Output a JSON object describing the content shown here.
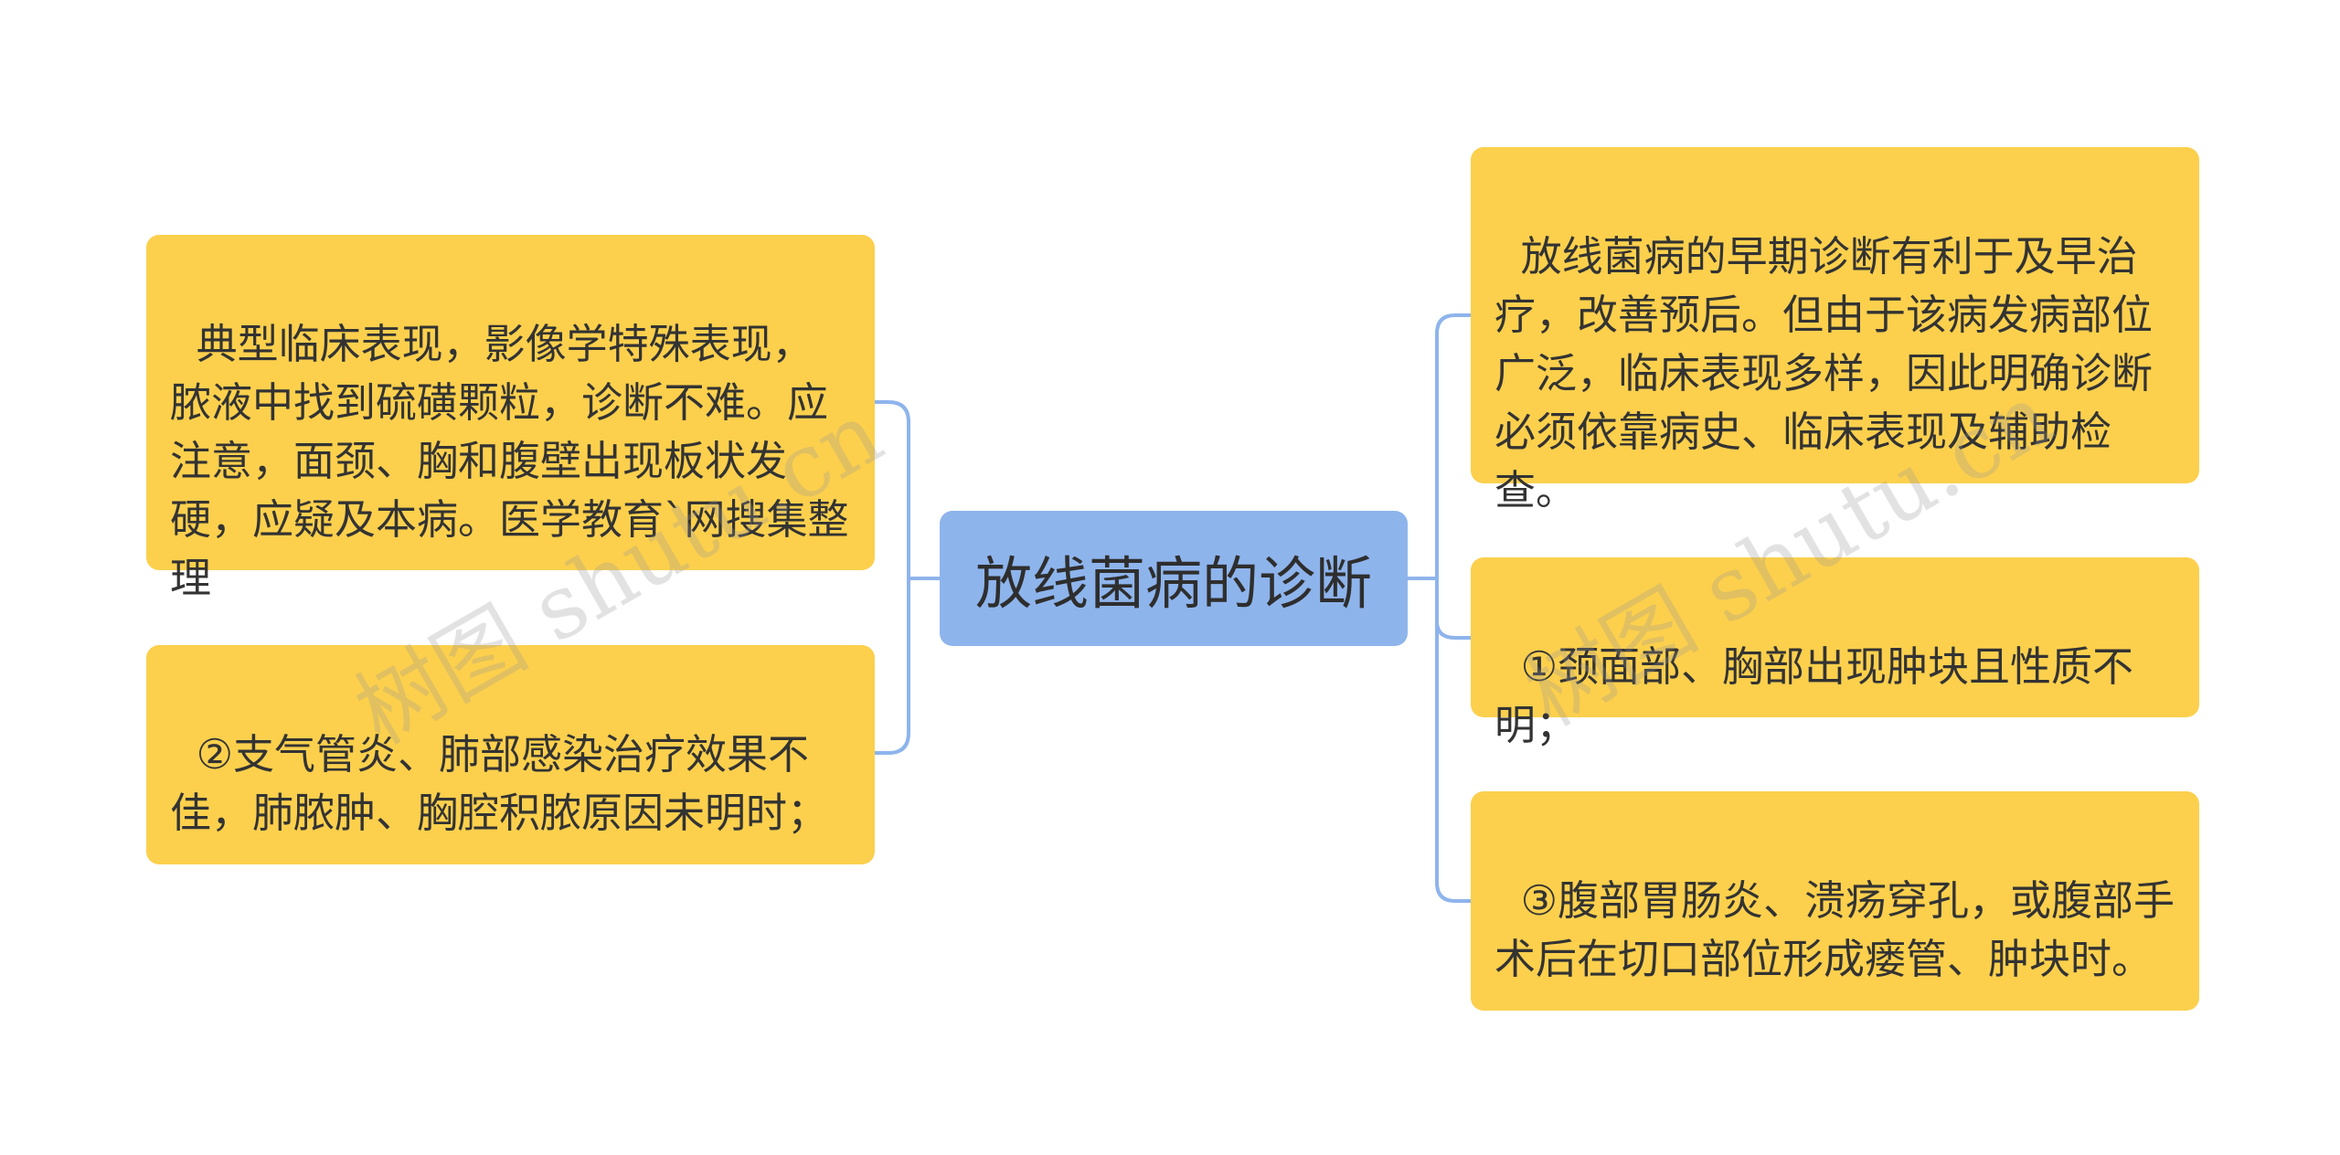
{
  "root": {
    "label": "放线菌病的诊断"
  },
  "left_branches": [
    {
      "text": "典型临床表现，影像学特殊表现，脓液中找到硫磺颗粒，诊断不难。应注意，面颈、胸和腹壁出现板状发硬，应疑及本病。医学教育`网搜集整理"
    },
    {
      "text": "②支气管炎、肺部感染治疗效果不佳，肺脓肿、胸腔积脓原因未明时；"
    }
  ],
  "right_branches": [
    {
      "text": "放线菌病的早期诊断有利于及早治疗，改善预后。但由于该病发病部位广泛，临床表现多样，因此明确诊断必须依靠病史、临床表现及辅助检查。"
    },
    {
      "text": "①颈面部、胸部出现肿块且性质不明；"
    },
    {
      "text": "③腹部胃肠炎、溃疡穿孔，或腹部手术后在切口部位形成瘘管、肿块时。"
    }
  ],
  "watermark": {
    "text": "树图 shutu.cn"
  },
  "colors": {
    "root_fill": "#8eb4ec",
    "leaf_fill": "#fcd04d",
    "connector": "#8eb4ec",
    "text": "#333333"
  }
}
